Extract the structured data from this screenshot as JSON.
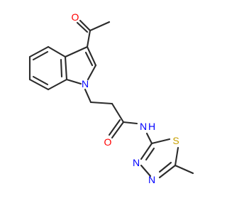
{
  "molecule": {
    "colors": {
      "bond": "#2b2b2b",
      "oxygen": "#ff0000",
      "nitrogen": "#0000ff",
      "sulfur": "#c8a000"
    },
    "atoms": [
      {
        "id": "o1",
        "label": "O",
        "element": "oxygen"
      },
      {
        "id": "n1",
        "label": "N",
        "element": "nitrogen"
      },
      {
        "id": "o2",
        "label": "O",
        "element": "oxygen"
      },
      {
        "id": "nh",
        "label": "N",
        "element": "nitrogen"
      },
      {
        "id": "h",
        "label": "H",
        "element": "nitrogen"
      },
      {
        "id": "s",
        "label": "S",
        "element": "sulfur"
      },
      {
        "id": "n3",
        "label": "N",
        "element": "nitrogen"
      },
      {
        "id": "n4",
        "label": "N",
        "element": "nitrogen"
      }
    ]
  }
}
